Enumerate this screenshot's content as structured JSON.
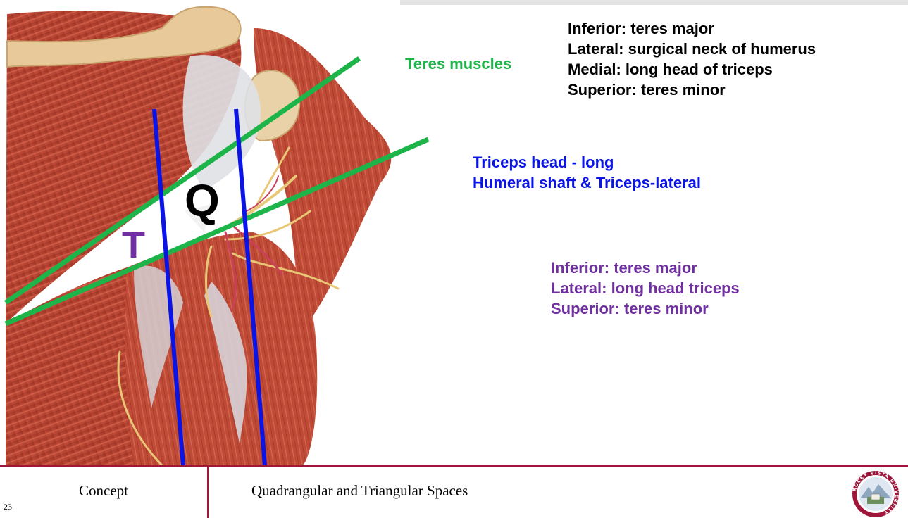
{
  "diagram": {
    "space1_borders": [
      "Inferior: teres major",
      "Lateral: surgical neck of humerus",
      "Medial: long head of triceps",
      "Superior: teres minor"
    ],
    "teres_label": "Teres muscles",
    "triceps_labels": [
      "Triceps head - long",
      "Humeral shaft & Triceps-lateral"
    ],
    "space2_borders": [
      "Inferior: teres major",
      "Lateral: long head triceps",
      "Superior: teres minor"
    ],
    "marker_q": "Q",
    "marker_t": "T",
    "colors": {
      "teres_lines": "#1db54a",
      "triceps_lines": "#0a14e6",
      "triangular_text": "#7030a0",
      "black_text": "#000000",
      "brand_rule": "#a0163a"
    }
  },
  "footer": {
    "left_label": "Concept",
    "title": "Quadrangular and Triangular Spaces",
    "page_number": "23",
    "logo_text": "ROCKY VISTA UNIVERSITY"
  }
}
